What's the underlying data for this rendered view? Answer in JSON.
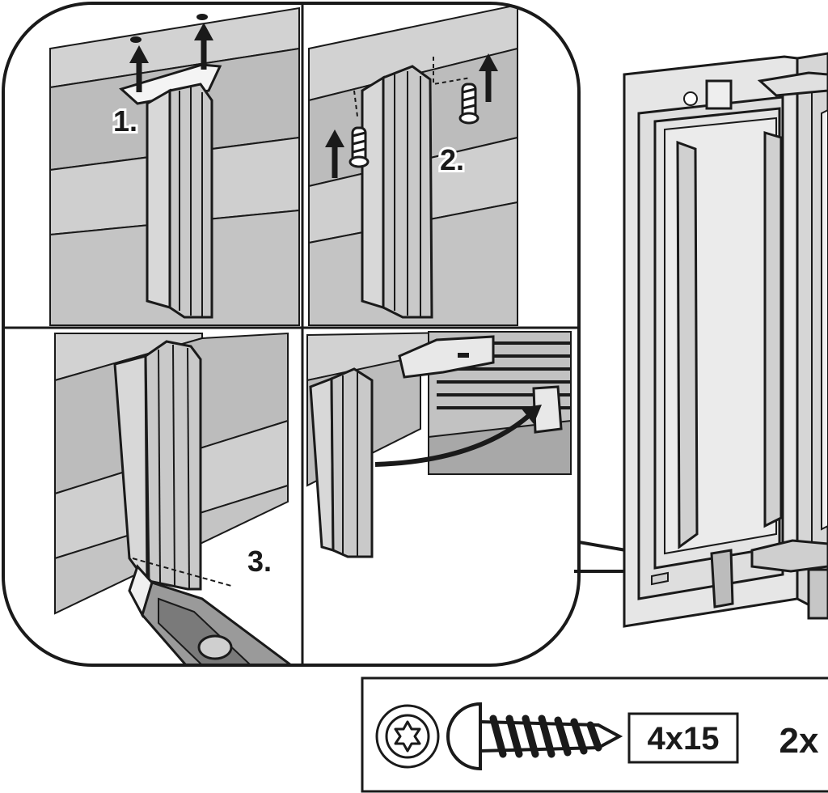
{
  "steps": [
    {
      "label": "1."
    },
    {
      "label": "2."
    },
    {
      "label": "3."
    }
  ],
  "screw_spec": {
    "drive_icon": "torx-drive-icon",
    "screw_icon": "pan-head-screw-icon",
    "size_label": "4x15",
    "quantity_label": "2x"
  },
  "colors": {
    "line": "#1a1a1a",
    "panel_fill": "#e4e4e4",
    "wall_dark": "#b8b8b8",
    "wall_light": "#d6d6d6",
    "shade": "#9a9a9a"
  }
}
